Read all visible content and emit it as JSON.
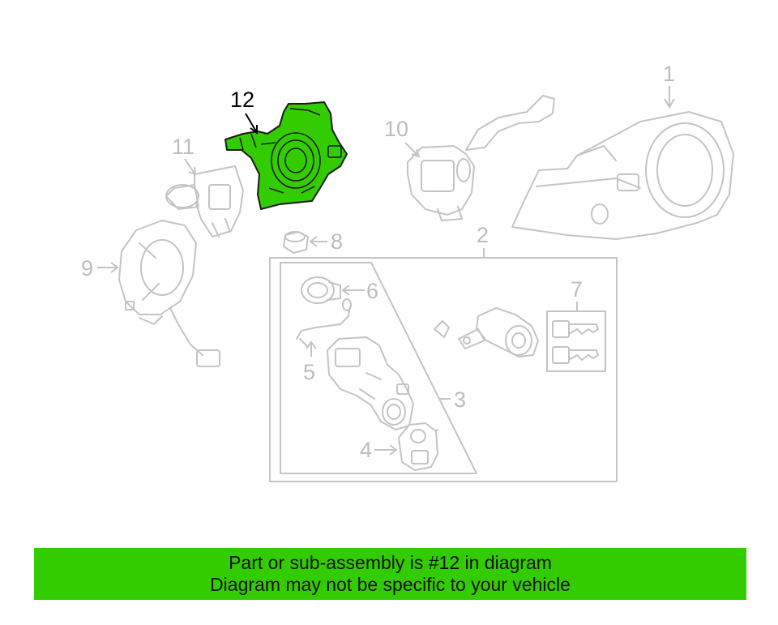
{
  "diagram": {
    "highlighted_part": "12",
    "callouts": [
      {
        "number": "1",
        "highlighted": false
      },
      {
        "number": "2",
        "highlighted": false
      },
      {
        "number": "3",
        "highlighted": false
      },
      {
        "number": "4",
        "highlighted": false
      },
      {
        "number": "5",
        "highlighted": false
      },
      {
        "number": "6",
        "highlighted": false
      },
      {
        "number": "7",
        "highlighted": false
      },
      {
        "number": "8",
        "highlighted": false
      },
      {
        "number": "9",
        "highlighted": false
      },
      {
        "number": "10",
        "highlighted": false
      },
      {
        "number": "11",
        "highlighted": false
      },
      {
        "number": "12",
        "highlighted": true
      }
    ],
    "colors": {
      "highlight": "#33cc00",
      "ghost": "#c4c4c4",
      "banner": "#33cc00"
    }
  },
  "banner": {
    "line1": "Part or sub-assembly is #12 in diagram",
    "line2": "Diagram may not be specific to your vehicle"
  }
}
